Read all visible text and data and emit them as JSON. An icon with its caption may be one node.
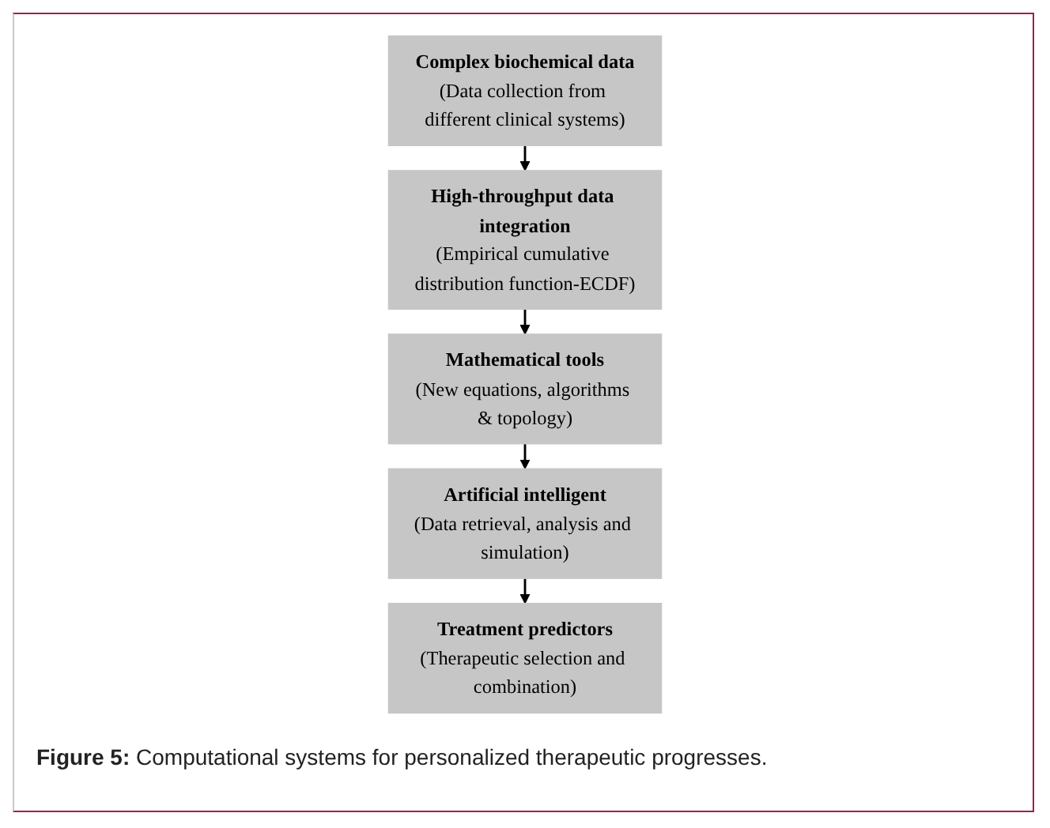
{
  "diagram": {
    "nodes": [
      {
        "text": [
          "Complex biochemical data",
          "(Data collection from different clinical systems)"
        ]
      },
      {
        "text": [
          "High-throughput data integration",
          "(Empirical cumulative distribution function-ECDF)"
        ]
      },
      {
        "text": [
          "Mathematical tools",
          "(New equations, algorithms & topology)"
        ]
      },
      {
        "text": [
          "Artificial intelligent",
          "(Data retrieval, analysis and simulation)"
        ]
      },
      {
        "text": [
          "Treatment predictors",
          "(Therapeutic selection and combination)"
        ]
      }
    ],
    "edges": [
      {
        "from": 0,
        "to": 1,
        "arrow": "to"
      },
      {
        "from": 1,
        "to": 2,
        "arrow": "to"
      },
      {
        "from": 2,
        "to": 3,
        "arrow": "to"
      },
      {
        "from": 3,
        "to": 4,
        "arrow": "to"
      }
    ],
    "caption": "**Figure 5:** Computational systems for personalized therapeutic progresses."
  }
}
